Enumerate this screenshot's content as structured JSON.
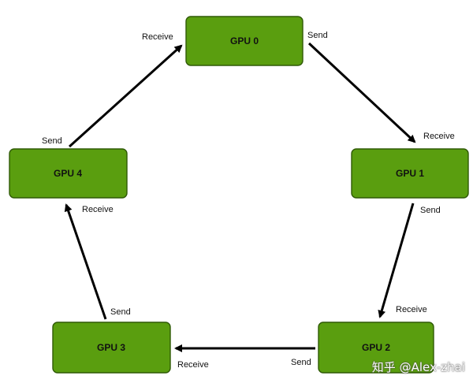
{
  "nodes": [
    {
      "id": "gpu0",
      "label": "GPU 0"
    },
    {
      "id": "gpu1",
      "label": "GPU 1"
    },
    {
      "id": "gpu2",
      "label": "GPU 2"
    },
    {
      "id": "gpu3",
      "label": "GPU 3"
    },
    {
      "id": "gpu4",
      "label": "GPU 4"
    }
  ],
  "edges": [
    {
      "from": "gpu0",
      "to": "gpu1",
      "send_label": "Send",
      "receive_label": "Receive"
    },
    {
      "from": "gpu1",
      "to": "gpu2",
      "send_label": "Send",
      "receive_label": "Receive"
    },
    {
      "from": "gpu2",
      "to": "gpu3",
      "send_label": "Send",
      "receive_label": "Receive"
    },
    {
      "from": "gpu3",
      "to": "gpu4",
      "send_label": "Send",
      "receive_label": "Receive"
    },
    {
      "from": "gpu4",
      "to": "gpu0",
      "send_label": "Send",
      "receive_label": "Receive"
    }
  ],
  "watermark": "知乎 @Alex-zhai",
  "colors": {
    "node_fill": "#5a9e0f",
    "node_border": "#2f5a06",
    "arrow": "#000000"
  }
}
